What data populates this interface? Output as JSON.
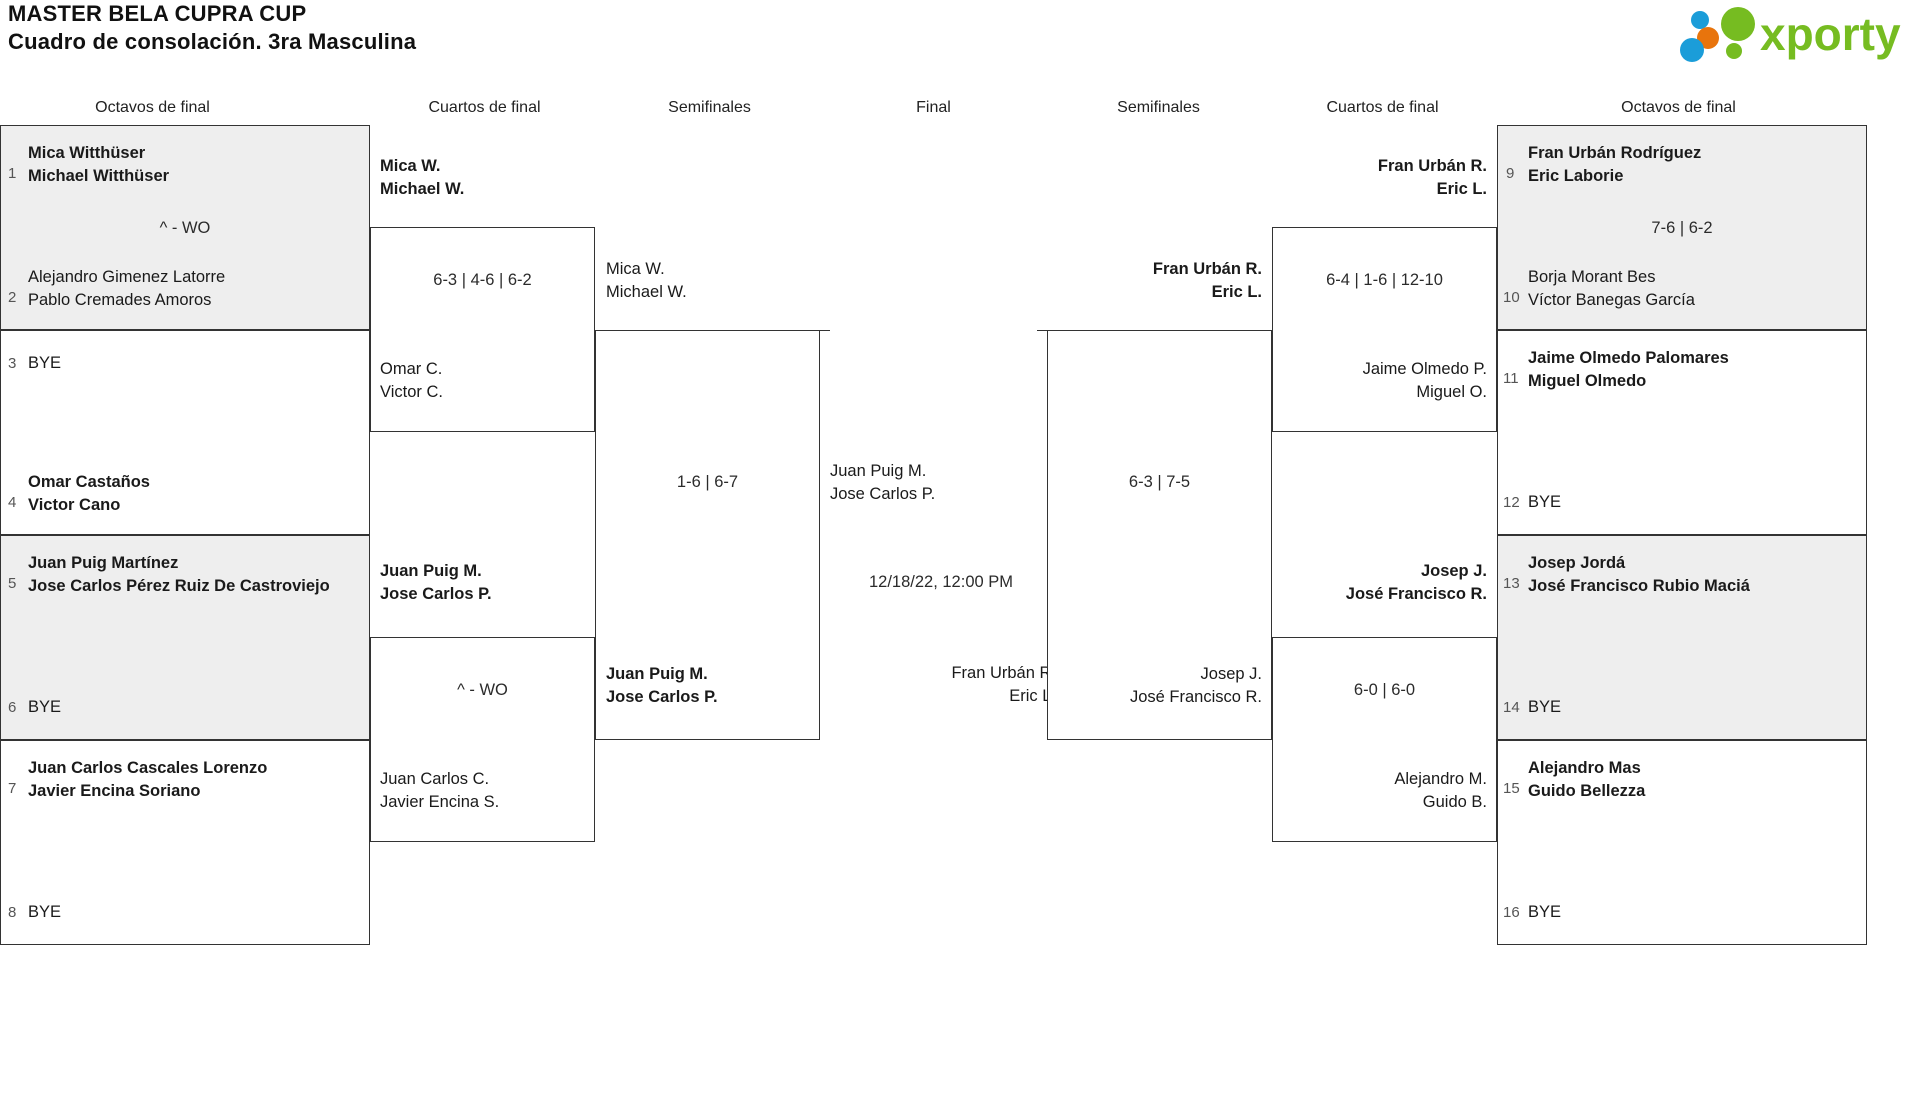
{
  "header": {
    "tournament_name": "MASTER BELA CUPRA CUP",
    "draw_name": "Cuadro de consolación. 3ra Masculina",
    "logo_text": "xporty",
    "logo_colors": {
      "green": "#76bc21",
      "blue": "#1b9dd9",
      "orange": "#e8740c"
    }
  },
  "round_labels": {
    "left_r16": "Octavos de final",
    "left_qf": "Cuartos de final",
    "left_sf": "Semifinales",
    "final": "Final",
    "right_sf": "Semifinales",
    "right_qf": "Cuartos de final",
    "right_r16": "Octavos de final"
  },
  "left": {
    "r16": [
      {
        "seed_top": "1",
        "top_p1": "Mica Witthüser",
        "top_p2": "Michael Witthüser",
        "top_winner": true,
        "seed_bottom": "2",
        "bottom_p1": "Alejandro Gimenez Latorre",
        "bottom_p2": "Pablo Cremades Amoros",
        "bottom_winner": false,
        "score": "^ - WO"
      },
      {
        "seed_top": "3",
        "top_p1": "BYE",
        "top_p2": "",
        "top_winner": false,
        "seed_bottom": "4",
        "bottom_p1": "Omar Castaños",
        "bottom_p2": "Victor Cano",
        "bottom_winner": true,
        "score": ""
      },
      {
        "seed_top": "5",
        "top_p1": "Juan Puig Martínez",
        "top_p2": "Jose Carlos Pérez Ruiz De Castroviejo",
        "top_winner": true,
        "seed_bottom": "6",
        "bottom_p1": "BYE",
        "bottom_p2": "",
        "bottom_winner": false,
        "score": ""
      },
      {
        "seed_top": "7",
        "top_p1": "Juan Carlos Cascales Lorenzo",
        "top_p2": "Javier Encina Soriano",
        "top_winner": true,
        "seed_bottom": "8",
        "bottom_p1": "BYE",
        "bottom_p2": "",
        "bottom_winner": false,
        "score": ""
      }
    ],
    "qf": [
      {
        "top_p1": "Mica W.",
        "top_p2": "Michael W.",
        "top_winner": true,
        "bottom_p1": "Omar C.",
        "bottom_p2": "Victor C.",
        "bottom_winner": false,
        "score": "6-3 | 4-6 | 6-2"
      },
      {
        "top_p1": "Juan Puig M.",
        "top_p2": "Jose Carlos P.",
        "top_winner": true,
        "bottom_p1": "Juan Carlos C.",
        "bottom_p2": "Javier Encina S.",
        "bottom_winner": false,
        "score": "^ - WO"
      }
    ],
    "sf": [
      {
        "top_p1": "Mica W.",
        "top_p2": "Michael W.",
        "top_winner": false,
        "bottom_p1": "Juan Puig M.",
        "bottom_p2": "Jose Carlos P.",
        "bottom_winner": true,
        "score": "1-6 | 6-7"
      }
    ]
  },
  "final": {
    "top_p1": "Juan Puig M.",
    "top_p2": "Jose Carlos P.",
    "top_winner": false,
    "bottom_p1": "Fran Urbán R.",
    "bottom_p2": "Eric L.",
    "bottom_winner": false,
    "schedule": "12/18/22, 12:00 PM"
  },
  "right": {
    "sf": [
      {
        "top_p1": "Fran Urbán R.",
        "top_p2": "Eric L.",
        "top_winner": true,
        "bottom_p1": "Josep J.",
        "bottom_p2": "José Francisco R.",
        "bottom_winner": false,
        "score": "6-3 | 7-5"
      }
    ],
    "qf": [
      {
        "top_p1": "Fran Urbán R.",
        "top_p2": "Eric L.",
        "top_winner": true,
        "bottom_p1": "Jaime Olmedo P.",
        "bottom_p2": "Miguel O.",
        "bottom_winner": false,
        "score": "6-4 | 1-6 | 12-10"
      },
      {
        "top_p1": "Josep J.",
        "top_p2": "José Francisco R.",
        "top_winner": true,
        "bottom_p1": "Alejandro M.",
        "bottom_p2": "Guido B.",
        "bottom_winner": false,
        "score": "6-0 | 6-0"
      }
    ],
    "r16": [
      {
        "seed_top": "9",
        "top_p1": "Fran Urbán Rodríguez",
        "top_p2": "Eric Laborie",
        "top_winner": true,
        "seed_bottom": "10",
        "bottom_p1": "Borja Morant Bes",
        "bottom_p2": "Víctor Banegas García",
        "bottom_winner": false,
        "score": "7-6 | 6-2"
      },
      {
        "seed_top": "11",
        "top_p1": "Jaime Olmedo Palomares",
        "top_p2": "Miguel Olmedo",
        "top_winner": true,
        "seed_bottom": "12",
        "bottom_p1": "BYE",
        "bottom_p2": "",
        "bottom_winner": false,
        "score": ""
      },
      {
        "seed_top": "13",
        "top_p1": "Josep Jordá",
        "top_p2": "José Francisco Rubio Maciá",
        "top_winner": true,
        "seed_bottom": "14",
        "bottom_p1": "BYE",
        "bottom_p2": "",
        "bottom_winner": false,
        "score": ""
      },
      {
        "seed_top": "15",
        "top_p1": "Alejandro Mas",
        "top_p2": "Guido Bellezza",
        "top_winner": true,
        "seed_bottom": "16",
        "bottom_p1": "BYE",
        "bottom_p2": "",
        "bottom_winner": false,
        "score": ""
      }
    ]
  }
}
